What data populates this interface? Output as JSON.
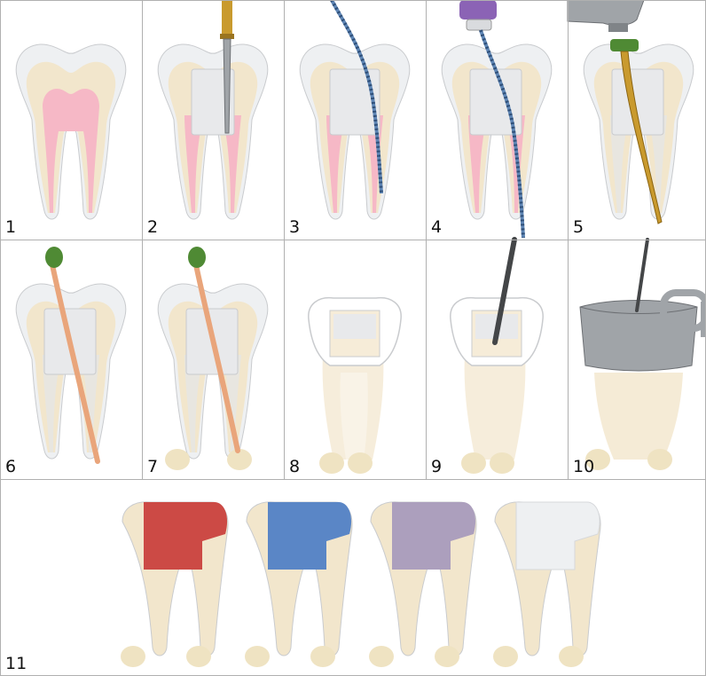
{
  "colors": {
    "enamel": "#eef0f2",
    "dentin": "#f2e6cc",
    "pulp": "#f6b8c6",
    "cleaned_canal": "#e8e6e0",
    "metal": "#a0a4a8",
    "file_blue": "#5f86b5",
    "gold": "#c99a2e",
    "gutta_percha": "#e9a57b",
    "gp_tip_green": "#4f8a34",
    "filling_red": "#cc4a45",
    "filling_blue": "#5a86c6",
    "filling_lilac": "#ac9fbd",
    "grid_line": "#b0b0b0"
  },
  "panels": [
    {
      "label": "1",
      "stage": "intact-tooth"
    },
    {
      "label": "2",
      "stage": "access-opening-with-bur"
    },
    {
      "label": "3",
      "stage": "hand-file-in-canal"
    },
    {
      "label": "4",
      "stage": "hand-file-with-handle"
    },
    {
      "label": "5",
      "stage": "rotary-file-shaping"
    },
    {
      "label": "6",
      "stage": "gutta-percha-point-inserted"
    },
    {
      "label": "7",
      "stage": "gutta-percha-point-to-apex"
    },
    {
      "label": "8",
      "stage": "canals-obturated"
    },
    {
      "label": "9",
      "stage": "plugger-compaction"
    },
    {
      "label": "10",
      "stage": "matrix-band-placed"
    },
    {
      "label": "11",
      "stage": "restoration-options"
    }
  ],
  "restoration_colors": [
    "filling_red",
    "filling_blue",
    "filling_lilac",
    "enamel"
  ]
}
